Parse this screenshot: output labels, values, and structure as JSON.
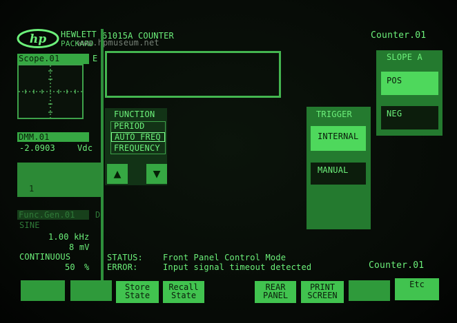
{
  "header": {
    "logo": "hp",
    "brand_line1": "HEWLETT",
    "brand_line2": "PACKARD",
    "instrument": "61015A COUNTER",
    "watermark": "www.hpmuseum.net",
    "right_title": "Counter.01"
  },
  "sidebar": {
    "scope_label": "Scope.01",
    "scope_suffix": "E",
    "dmm_label": "DMM.01",
    "dmm_value": "-2.0903",
    "dmm_unit": "Vdc",
    "marker": "1",
    "fgen_label": "Func.Gen.01",
    "fgen_suffix": "D",
    "fgen_wave": "SINE",
    "fgen_freq": "1.00 kHz",
    "fgen_amp": "8 mV",
    "fgen_mode": "CONTINUOUS",
    "fgen_duty_value": "50",
    "fgen_duty_unit": "%"
  },
  "function_panel": {
    "title": "FUNCTION",
    "items": [
      "PERIOD",
      "AUTO FREQ",
      "FREQUENCY"
    ],
    "selected_index": 1,
    "up_arrow": "▲",
    "down_arrow": "▼"
  },
  "trigger_panel": {
    "title": "TRIGGER",
    "options": [
      "INTERNAL",
      "MANUAL"
    ],
    "selected_index": 0
  },
  "slope_panel": {
    "title": "SLOPE A",
    "options": [
      "POS",
      "NEG"
    ],
    "selected_index": 0
  },
  "status": {
    "status_label": "STATUS:",
    "status_text": "Front Panel Control Mode",
    "error_label": "ERROR:",
    "error_text": "Input signal timeout detected",
    "right_title": "Counter.01"
  },
  "softkeys": [
    {
      "line1": "",
      "line2": ""
    },
    {
      "line1": "",
      "line2": ""
    },
    {
      "line1": "Store",
      "line2": "State"
    },
    {
      "line1": "Recall",
      "line2": "State"
    },
    {
      "line1": "REAR",
      "line2": "PANEL"
    },
    {
      "line1": "PRINT",
      "line2": "SCREEN"
    },
    {
      "line1": "",
      "line2": ""
    },
    {
      "line1": "Etc",
      "line2": ""
    }
  ],
  "colors": {
    "phosphor": "#6cf07a",
    "fill": "#4ed85c",
    "background": "#050805"
  }
}
